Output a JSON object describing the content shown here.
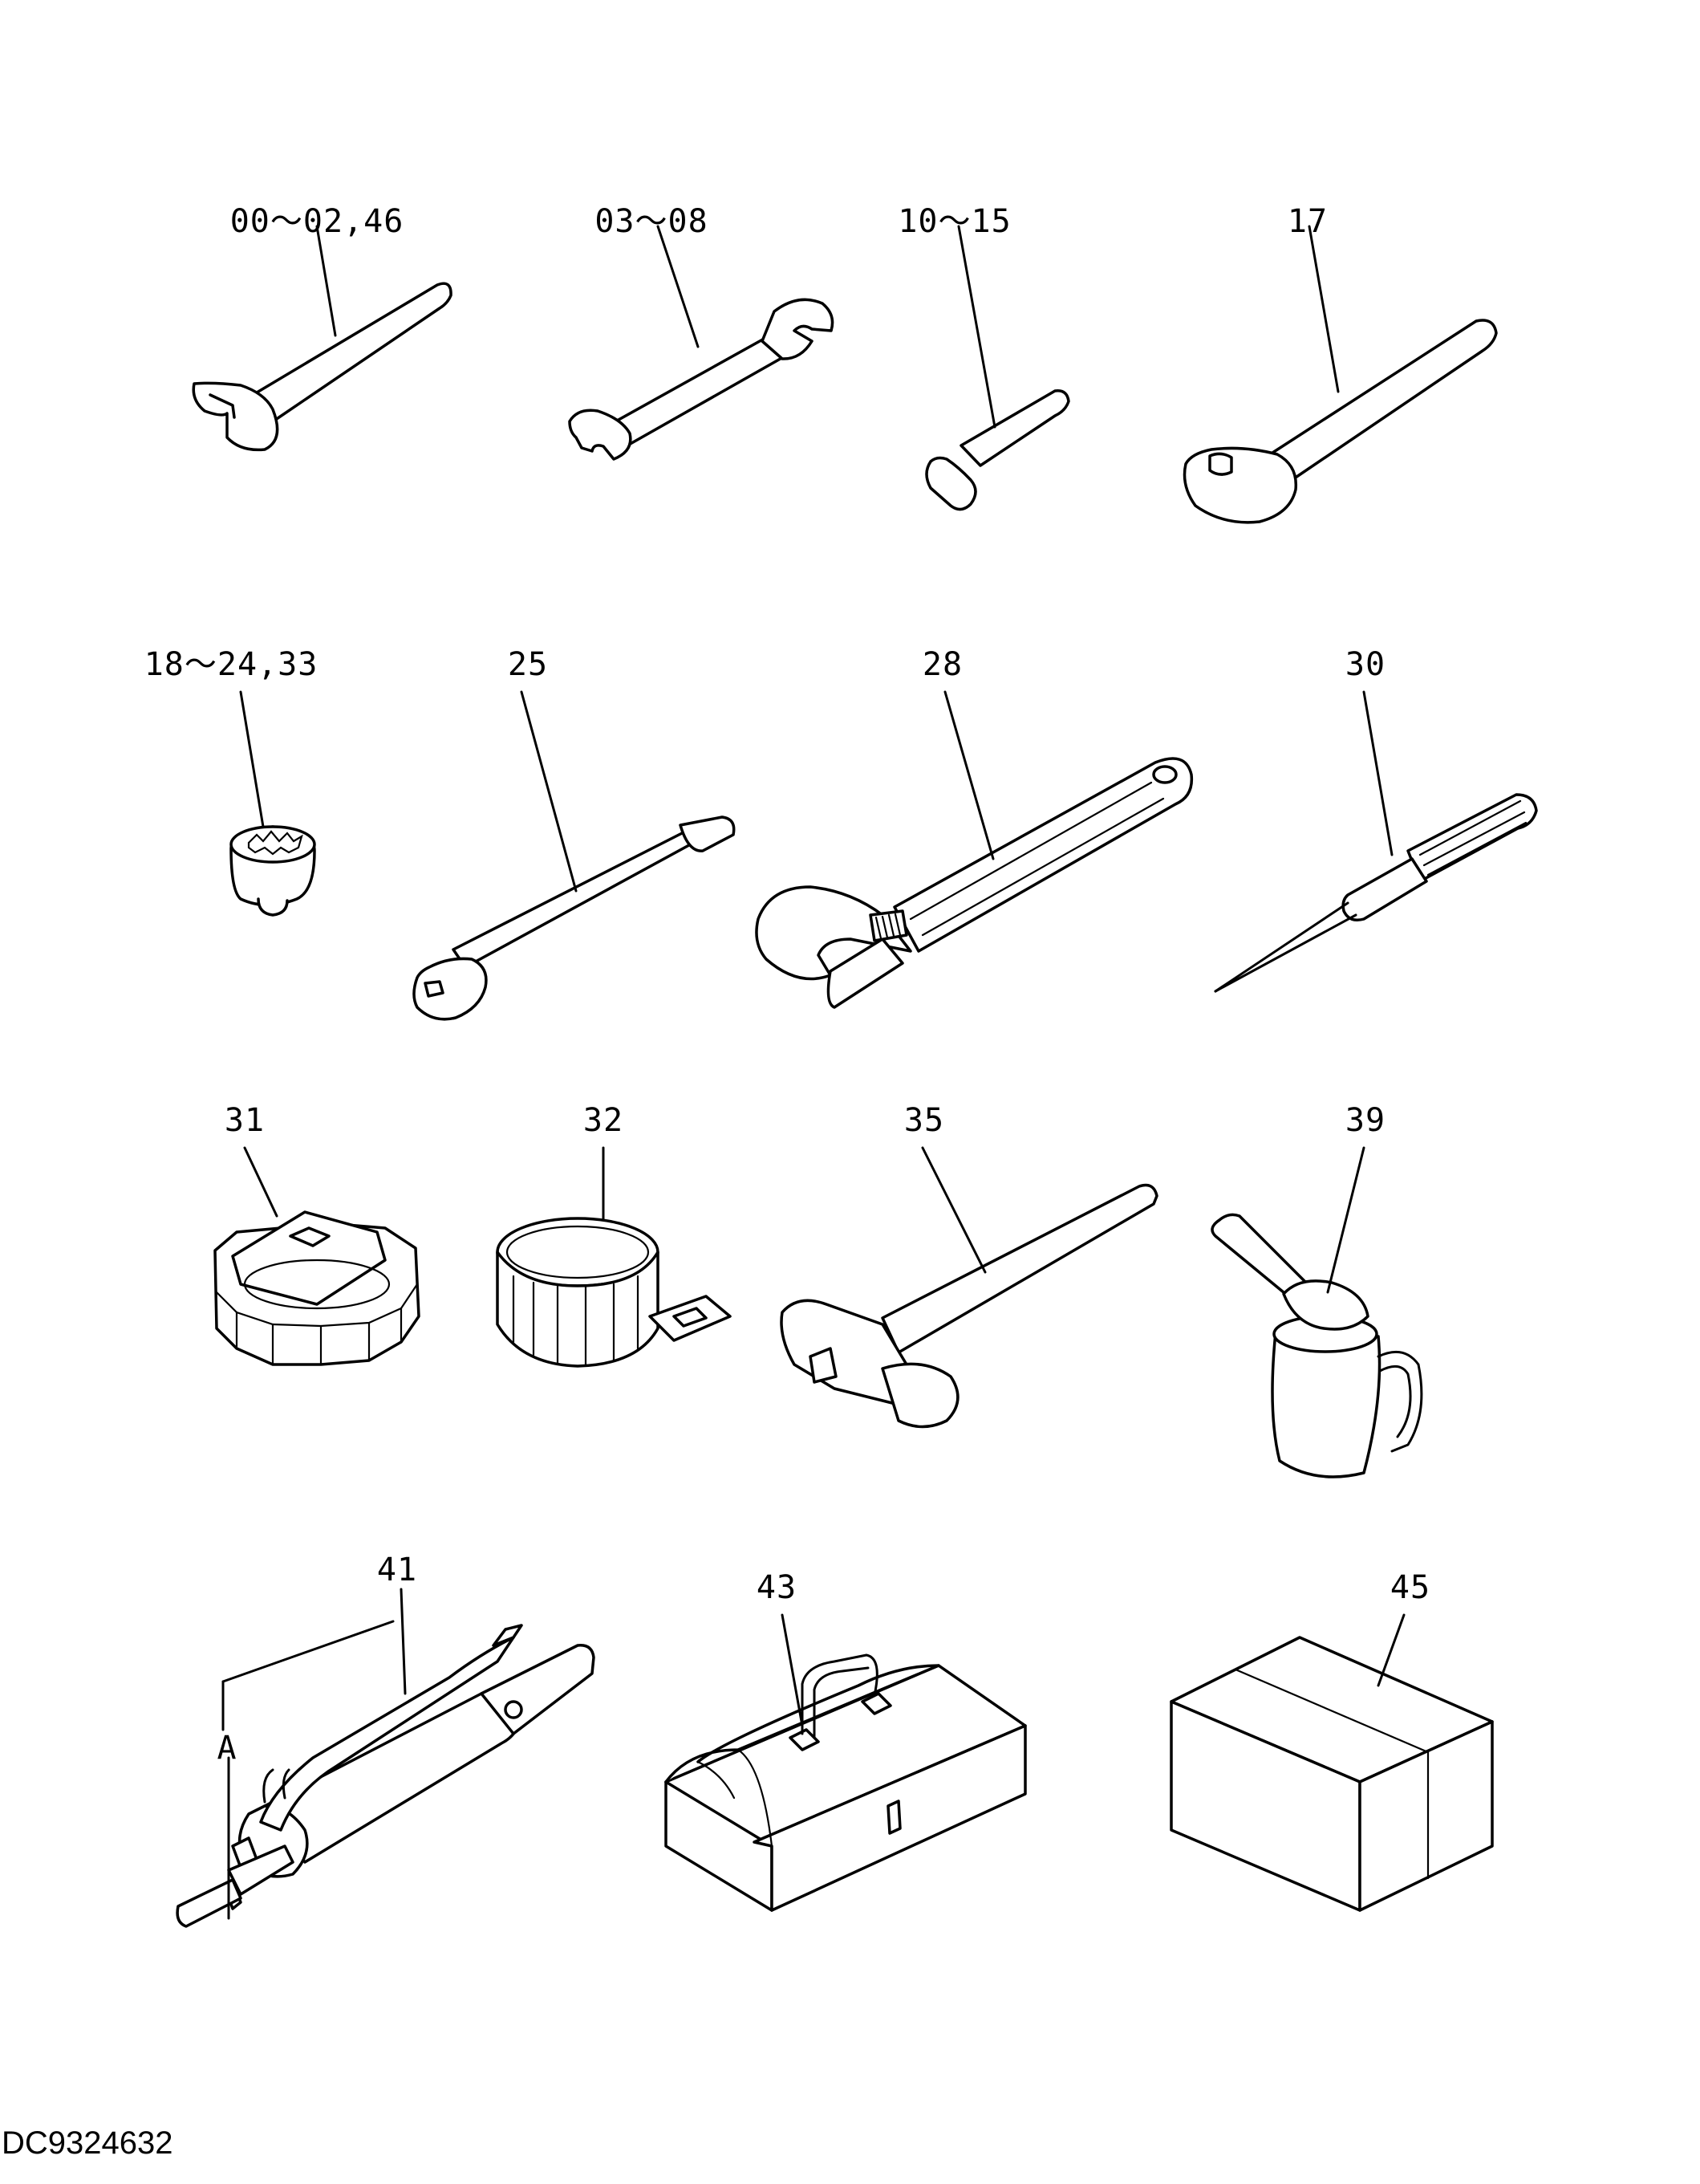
{
  "labels": {
    "wrench_small": "00～02,46",
    "wrench_double": "03～08",
    "hex_key": "10～15",
    "ratchet": "17",
    "socket": "18～24,33",
    "extension": "25",
    "adjustable_wrench": "28",
    "screwdriver": "30",
    "filter_cap_wrench": "31",
    "filter_band_wrench": "32",
    "hammer": "35",
    "oil_can": "39",
    "grease_gun": "41",
    "grease_gun_detail": "A",
    "tool_box": "43",
    "case": "45"
  },
  "drawing_code": "DC9324632"
}
